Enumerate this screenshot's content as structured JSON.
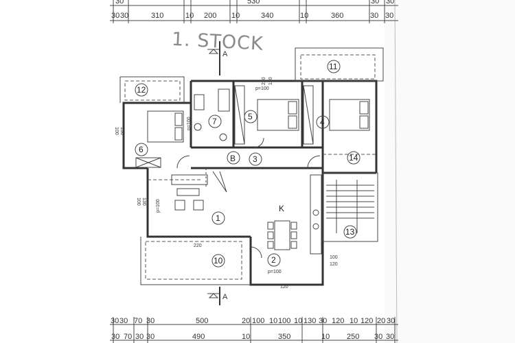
{
  "drawing": {
    "title": "1. STOCK",
    "section_marker": "A",
    "top_dimensions": {
      "overall_row": [
        "30",
        "530",
        "30",
        "30"
      ],
      "detail_row": [
        "30",
        "30",
        "310",
        "10",
        "200",
        "10",
        "340",
        "10",
        "360",
        "30",
        "30"
      ]
    },
    "bottom_dimensions": {
      "row1": [
        "30",
        "30",
        "70",
        "30",
        "500",
        "20",
        "100",
        "10",
        "100",
        "10",
        "130",
        "30",
        "120",
        "10",
        "120",
        "20",
        "30"
      ],
      "row2": [
        "30",
        "70",
        "30",
        "30",
        "490",
        "10",
        "350",
        "10",
        "250",
        "30",
        "30"
      ]
    },
    "left_dimensions": [
      "100",
      "130",
      "100",
      "130"
    ],
    "right_dimensions": [
      "100",
      "120"
    ],
    "opening_labels": [
      "p=100",
      "p=100",
      "p=100",
      "p=100"
    ],
    "window_labels": [
      "220",
      "120",
      "120",
      "220"
    ],
    "marks": [
      "K",
      "B"
    ],
    "room_numbers": [
      "12",
      "6",
      "7",
      "5",
      "4",
      "11",
      "3",
      "14",
      "1",
      "13",
      "10",
      "2"
    ]
  }
}
